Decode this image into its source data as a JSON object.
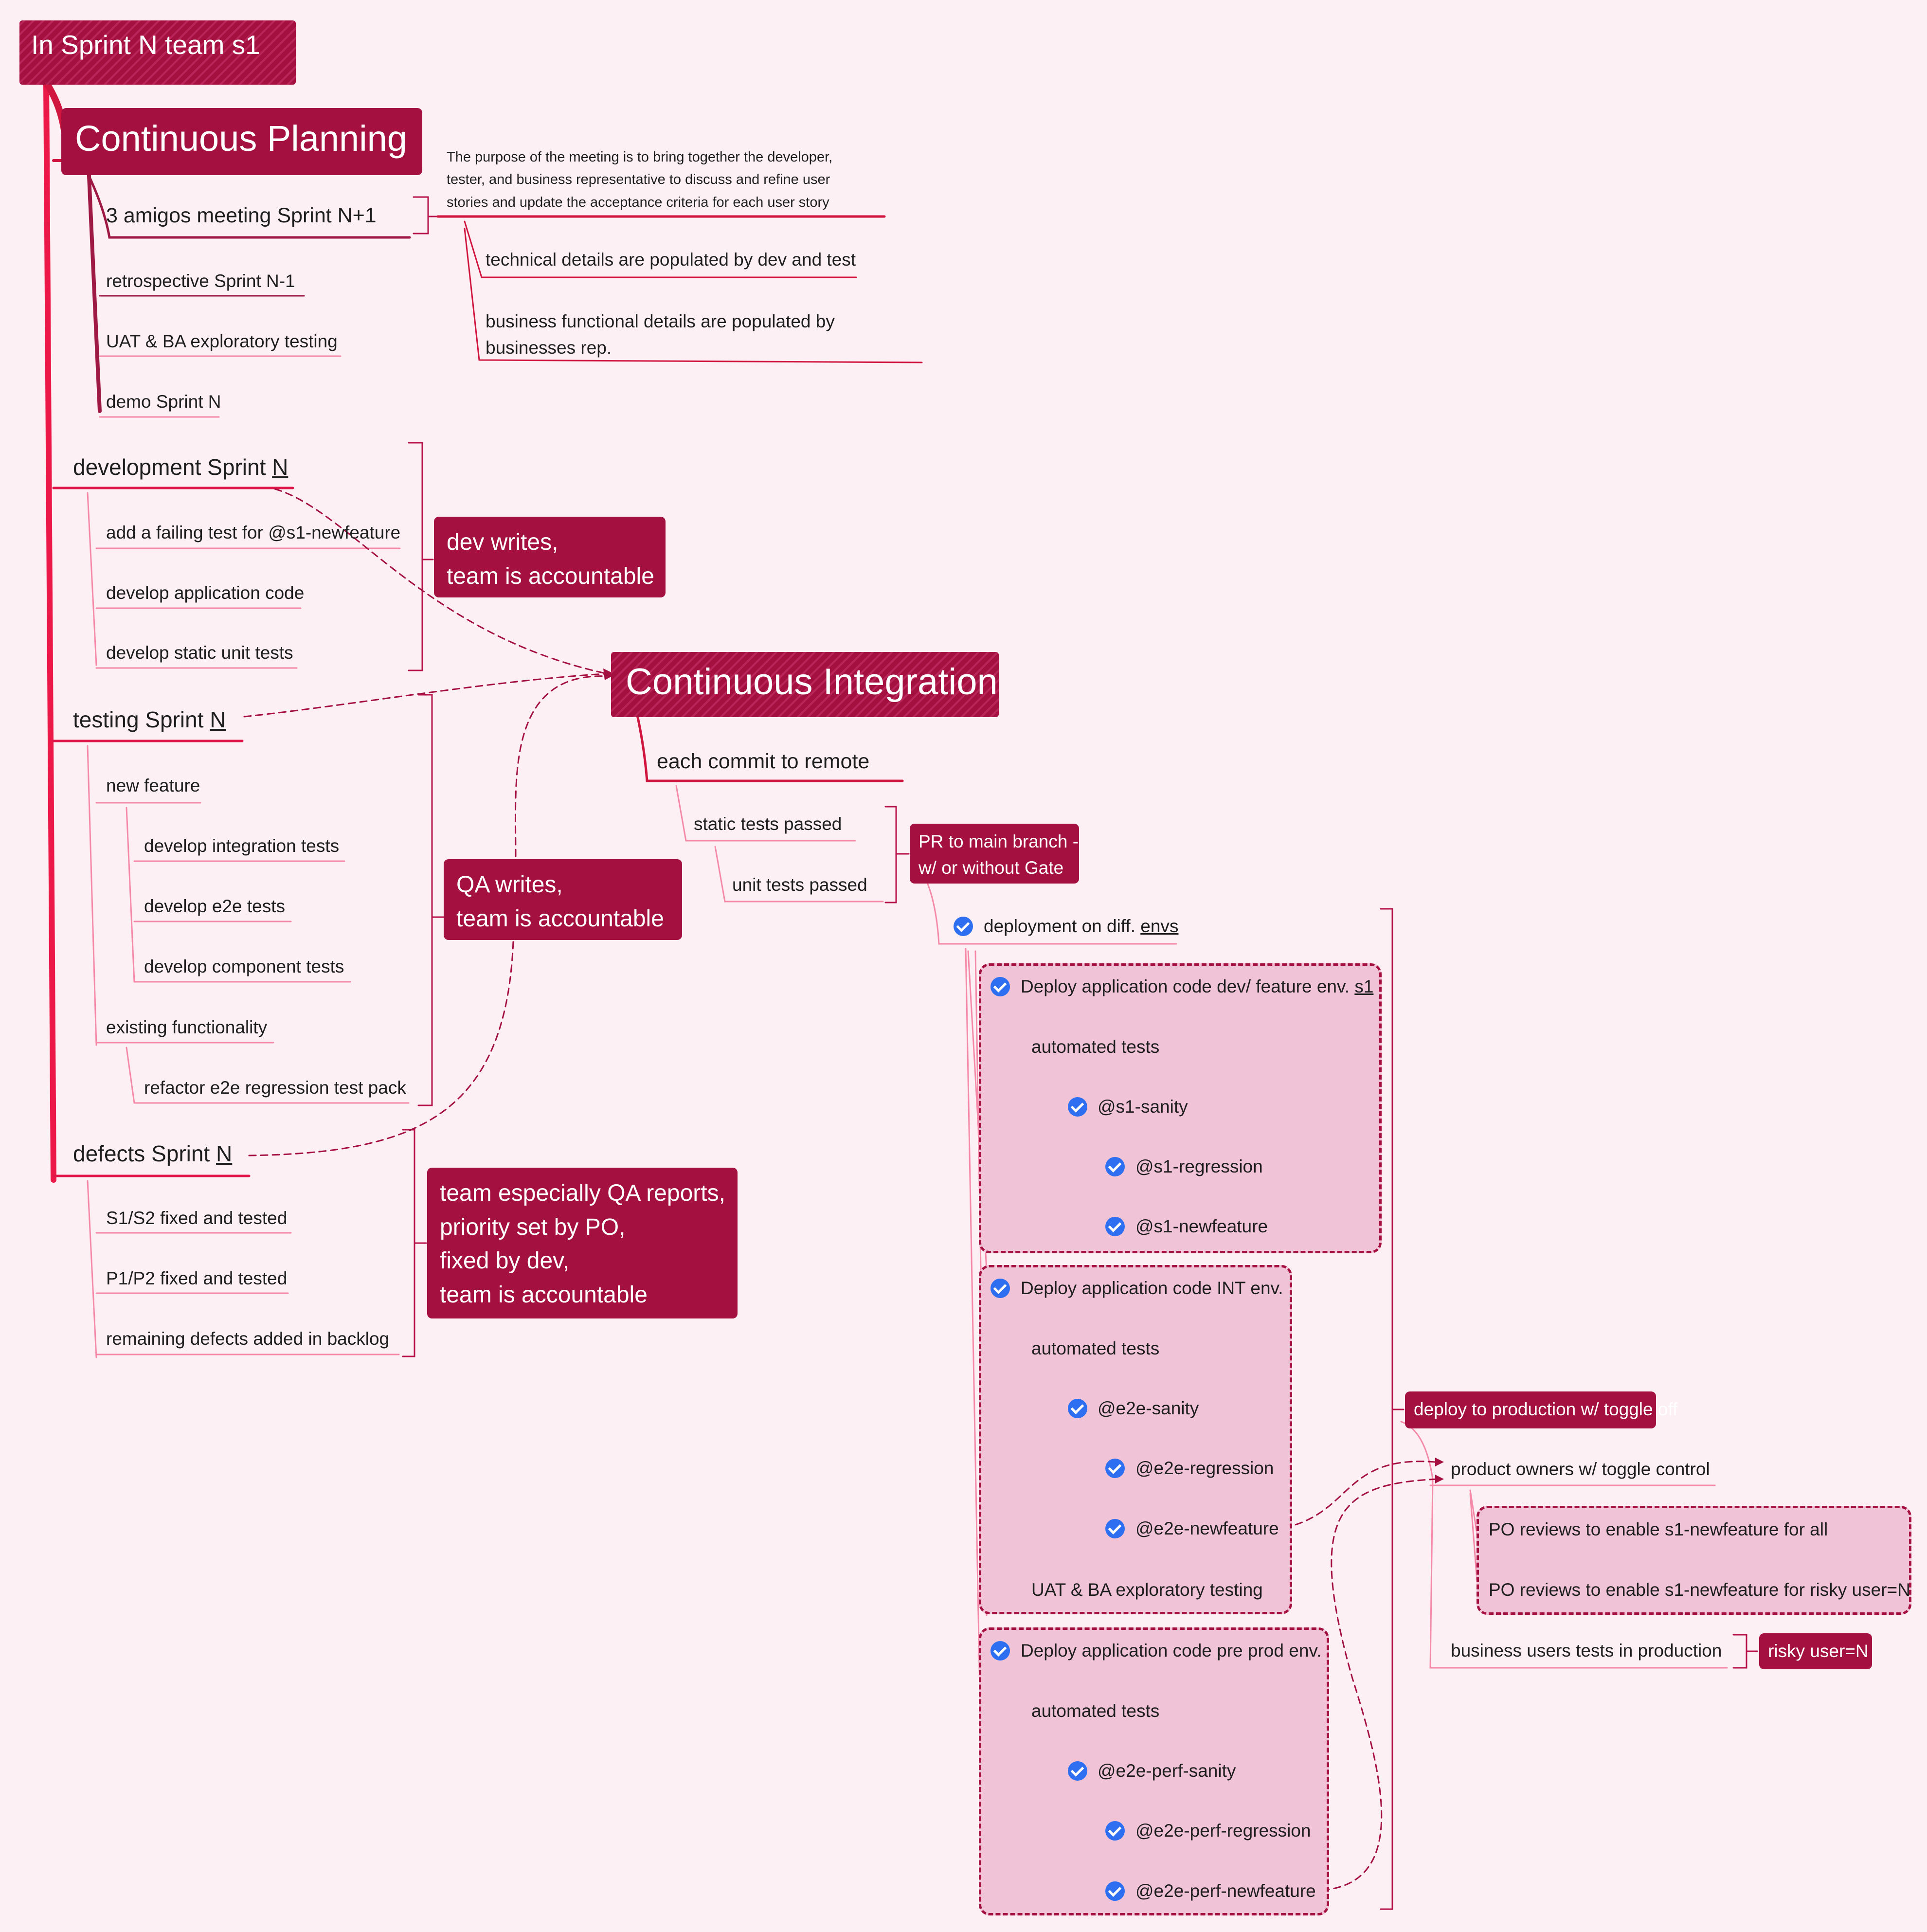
{
  "root": {
    "title": "In Sprint  N team s1"
  },
  "planning": {
    "title": "Continuous Planning",
    "amigos": "3 amigos meeting Sprint N+1",
    "amigos_note": [
      "The purpose of the meeting is to bring together the developer,",
      "tester, and business representative to discuss and refine user",
      "stories and update the acceptance criteria for each user story"
    ],
    "technical": "technical details are populated by dev and test",
    "business": [
      "business functional details are populated by",
      "businesses rep."
    ],
    "retro": "retrospective Sprint N-1",
    "uat": "UAT & BA exploratory testing",
    "demo": "demo Sprint N"
  },
  "development": {
    "title": "development Sprint ",
    "title_n": "N",
    "items": [
      "add a failing test for @s1-newfeature",
      "develop application code",
      "develop static unit tests"
    ],
    "callout": [
      "dev writes,",
      "team is accountable"
    ]
  },
  "testing": {
    "title": "testing Sprint ",
    "title_n": "N",
    "new_feature": "new feature",
    "new_feature_items": [
      "develop integration tests",
      "develop e2e tests",
      "develop component tests"
    ],
    "existing": "existing functionality",
    "refactor": "refactor e2e regression test pack",
    "callout": [
      "QA writes,",
      "team is accountable"
    ]
  },
  "defects": {
    "title": "defects Sprint ",
    "title_n": "N",
    "items": [
      "S1/S2 fixed and tested",
      "P1/P2 fixed and tested",
      "remaining defects added in backlog"
    ],
    "callout": [
      "team especially QA reports,",
      "priority set by PO,",
      "fixed by dev,",
      "team is accountable"
    ]
  },
  "ci": {
    "title": "Continuous Integration",
    "commit": "each commit to remote",
    "static": "static tests passed",
    "unit": "unit tests passed",
    "pr": [
      "PR to main branch -",
      "w/ or without Gate"
    ],
    "deployment": "deployment on diff. ",
    "deployment_u": "envs"
  },
  "deploy_dev": {
    "title": "Deploy application code dev/ feature env. ",
    "title_u": "s1",
    "automated": "automated tests",
    "tags": [
      "@s1-sanity",
      "@s1-regression",
      "@s1-newfeature"
    ]
  },
  "deploy_int": {
    "title": "Deploy application code INT env.",
    "automated": "automated tests",
    "tags": [
      "@e2e-sanity",
      "@e2e-regression",
      "@e2e-newfeature"
    ],
    "uat": "UAT & BA exploratory testing"
  },
  "deploy_preprod": {
    "title": "Deploy application code pre prod env.",
    "automated": "automated tests",
    "tags": [
      "@e2e-perf-sanity",
      "@e2e-perf-regression",
      "@e2e-perf-newfeature"
    ]
  },
  "production": {
    "title": "deploy to production w/ toggle off",
    "po": "product owners w/ toggle control",
    "po_items": [
      "PO reviews to enable s1-newfeature for all",
      "PO reviews to enable s1-newfeature for risky user=N"
    ],
    "business": "business users tests in production",
    "risky": "risky user=N"
  },
  "colors": {
    "primary": "#a41141",
    "branch": "#f06088",
    "group_fill": "#f0c3d7",
    "check": "#2d6ff0",
    "background": "#fdf0f5"
  }
}
